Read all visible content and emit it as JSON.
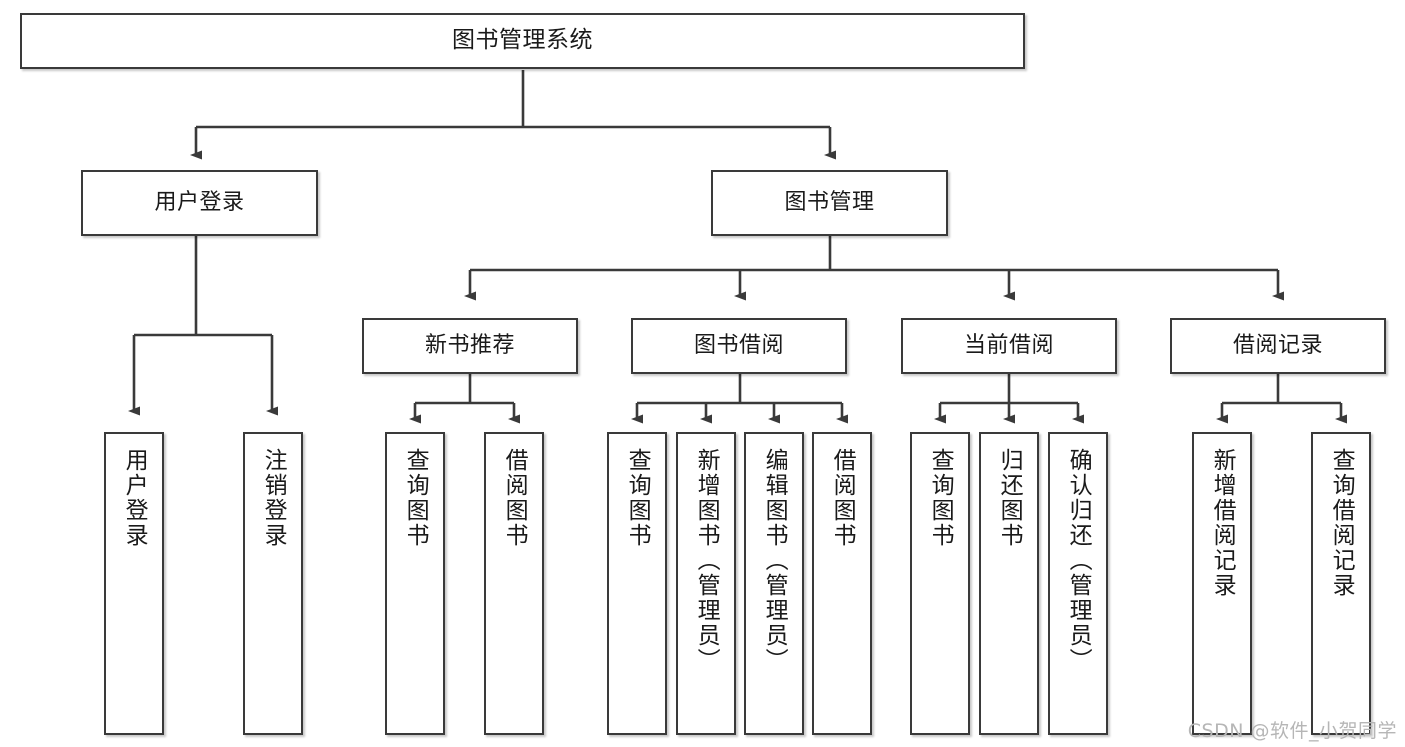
{
  "diagram": {
    "type": "tree",
    "title": "图书管理系统",
    "watermark": "CSDN @软件_小贺同学",
    "colors": {
      "box_border": "#3a3a3a",
      "box_fill": "#ffffff",
      "line": "#3a3a3a",
      "text": "#1a1a1a",
      "watermark": "#b6b6b6"
    },
    "nodes": {
      "root": {
        "label": "图书管理系统"
      },
      "level2": [
        {
          "id": "user-login",
          "label": "用户登录"
        },
        {
          "id": "book-manage",
          "label": "图书管理"
        }
      ],
      "level3": [
        {
          "id": "new-book-recommend",
          "label": "新书推荐"
        },
        {
          "id": "book-borrow",
          "label": "图书借阅"
        },
        {
          "id": "current-borrow",
          "label": "当前借阅"
        },
        {
          "id": "borrow-record",
          "label": "借阅记录"
        }
      ],
      "leaves": {
        "user-login": [
          {
            "id": "leaf-user-login",
            "label": "用户登录"
          },
          {
            "id": "leaf-user-logout",
            "label": "注销登录"
          }
        ],
        "new-book-recommend": [
          {
            "id": "leaf-query-book-1",
            "label": "查询图书"
          },
          {
            "id": "leaf-borrow-book-1",
            "label": "借阅图书"
          }
        ],
        "book-borrow": [
          {
            "id": "leaf-query-book-2",
            "label": "查询图书"
          },
          {
            "id": "leaf-add-book",
            "label": "新增图书（管理员）"
          },
          {
            "id": "leaf-edit-book",
            "label": "编辑图书（管理员）"
          },
          {
            "id": "leaf-borrow-book-2",
            "label": "借阅图书"
          }
        ],
        "current-borrow": [
          {
            "id": "leaf-query-book-3",
            "label": "查询图书"
          },
          {
            "id": "leaf-return-book",
            "label": "归还图书"
          },
          {
            "id": "leaf-confirm-return",
            "label": "确认归还（管理员）"
          }
        ],
        "borrow-record": [
          {
            "id": "leaf-add-record",
            "label": "新增借阅记录"
          },
          {
            "id": "leaf-query-record",
            "label": "查询借阅记录"
          }
        ]
      }
    }
  }
}
